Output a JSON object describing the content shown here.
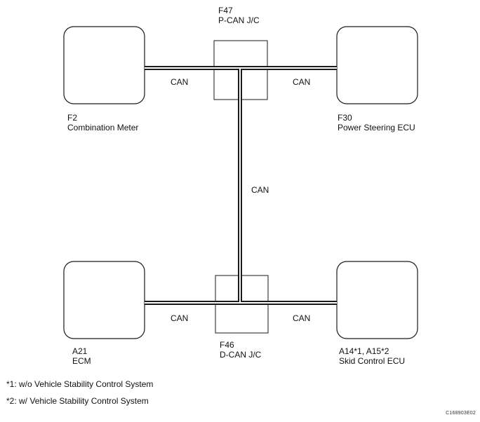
{
  "junctions": {
    "top": {
      "code": "F47",
      "name": "P-CAN J/C"
    },
    "bottom": {
      "code": "F46",
      "name": "D-CAN J/C"
    }
  },
  "ecus": {
    "combination_meter": {
      "code": "F2",
      "name": "Combination Meter"
    },
    "power_steering": {
      "code": "F30",
      "name": "Power Steering ECU"
    },
    "ecm": {
      "code": "A21",
      "name": "ECM"
    },
    "skid_control": {
      "code": "A14*1,  A15*2",
      "name": "Skid Control ECU"
    }
  },
  "bus_labels": {
    "top_left": "CAN",
    "top_right": "CAN",
    "vertical": "CAN",
    "bottom_left": "CAN",
    "bottom_right": "CAN"
  },
  "footnotes": [
    "*1: w/o Vehicle Stability Control System",
    "*2: w/ Vehicle Stability Control System"
  ],
  "figure_code": "C168903E02"
}
